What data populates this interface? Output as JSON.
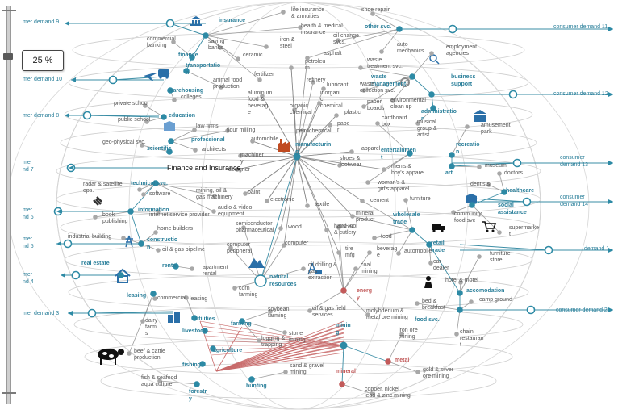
{
  "zoom": {
    "label": "25 %"
  },
  "center_label": "Finance and Insurance",
  "demands": [
    {
      "label": "mer demand 9"
    },
    {
      "label": "mer demand 10"
    },
    {
      "label": "mer demand 8"
    },
    {
      "label": "mer\nnd 7"
    },
    {
      "label": "mer\nnd 6"
    },
    {
      "label": "mer\nnd 5"
    },
    {
      "label": "mer\nnd 4"
    },
    {
      "label": "mer demand 3"
    },
    {
      "label": "consumer demand 11"
    },
    {
      "label": "consumer demand 12"
    },
    {
      "label": "consumer\ndemand 13"
    },
    {
      "label": "consumer\ndemand 14"
    },
    {
      "label": "demand 1"
    },
    {
      "label": "consumer demand 2"
    }
  ],
  "sectors": [
    {
      "label": "insurance"
    },
    {
      "label": "finance"
    },
    {
      "label": "transportatio\nn"
    },
    {
      "label": "warehousing"
    },
    {
      "label": "education"
    },
    {
      "label": "professional"
    },
    {
      "label": "scientific"
    },
    {
      "label": "technical svc."
    },
    {
      "label": "information"
    },
    {
      "label": "constructio\nn"
    },
    {
      "label": "real estate"
    },
    {
      "label": "rental"
    },
    {
      "label": "leasing"
    },
    {
      "label": "utilities"
    },
    {
      "label": "livestock"
    },
    {
      "label": "farming"
    },
    {
      "label": "agriculture"
    },
    {
      "label": "fishing"
    },
    {
      "label": "forestr\ny"
    },
    {
      "label": "hunting"
    },
    {
      "label": "manufacturin\ng"
    },
    {
      "label": "natural\nresources"
    },
    {
      "label": "energ\ny"
    },
    {
      "label": "minin\ng"
    },
    {
      "label": "mineral"
    },
    {
      "label": "metal"
    },
    {
      "label": "other svc."
    },
    {
      "label": "waste\nmanagement"
    },
    {
      "label": "business\nsupport"
    },
    {
      "label": "administratio\nn"
    },
    {
      "label": "recreatio\nn"
    },
    {
      "label": "entertainmen\nt"
    },
    {
      "label": "art"
    },
    {
      "label": "healthcare"
    },
    {
      "label": "social\nassistance"
    },
    {
      "label": "wholesale\ntrade"
    },
    {
      "label": "retail\ntrade"
    },
    {
      "label": "accomodation"
    },
    {
      "label": "food svc."
    }
  ],
  "products": [
    {
      "label": "life insurance\n& annuities"
    },
    {
      "label": "health & medical\ninsurance"
    },
    {
      "label": "shoe repair"
    },
    {
      "label": "saving\nbanks"
    },
    {
      "label": "commercial\nbanking"
    },
    {
      "label": "iron &\nsteel"
    },
    {
      "label": "oil change\nsvcs."
    },
    {
      "label": "auto\nmechanics"
    },
    {
      "label": "employment\nagencies"
    },
    {
      "label": "asphalt"
    },
    {
      "label": "ceramic"
    },
    {
      "label": "petroleu\nm"
    },
    {
      "label": "waste\ntreatment svc."
    },
    {
      "label": "fertilizer"
    },
    {
      "label": "refinery"
    },
    {
      "label": "lubricant"
    },
    {
      "label": "animal food\nproduction"
    },
    {
      "label": "aluminum\nfood &\nbeverag\ne"
    },
    {
      "label": "inorgani\nc\nchemical"
    },
    {
      "label": "waste\ncollection svc."
    },
    {
      "label": "environmental\nclean up"
    },
    {
      "label": "colleges"
    },
    {
      "label": "private school"
    },
    {
      "label": "organic\nchemical"
    },
    {
      "label": "plastic"
    },
    {
      "label": "paper\nboards"
    },
    {
      "label": "public school"
    },
    {
      "label": "law firms"
    },
    {
      "label": "flour milling"
    },
    {
      "label": "pape\nr"
    },
    {
      "label": "cardboard\nbox"
    },
    {
      "label": "musical\ngroup &\nartist"
    },
    {
      "label": "amusement\npark"
    },
    {
      "label": "petrochemical"
    },
    {
      "label": "automobile"
    },
    {
      "label": "architects"
    },
    {
      "label": "machiner\ny"
    },
    {
      "label": "geo-physical svc."
    },
    {
      "label": "designer"
    },
    {
      "label": "apparel"
    },
    {
      "label": "shoes &\nfootwear"
    },
    {
      "label": "men's &\nboy's apparel"
    },
    {
      "label": "museum"
    },
    {
      "label": "doctors"
    },
    {
      "label": "radar & satellite\nops."
    },
    {
      "label": "software"
    },
    {
      "label": "mining, oil &\ngas machinery"
    },
    {
      "label": "paint"
    },
    {
      "label": "electronic"
    },
    {
      "label": "woman's &\ngirl's apparel"
    },
    {
      "label": "cement"
    },
    {
      "label": "furniture"
    },
    {
      "label": "dentists"
    },
    {
      "label": "audio & video\nequipment"
    },
    {
      "label": "textile"
    },
    {
      "label": "book\npublishing"
    },
    {
      "label": "internet service provider"
    },
    {
      "label": "mineral\nproduct"
    },
    {
      "label": "community\nfood svc"
    },
    {
      "label": "home builders"
    },
    {
      "label": "semiconductor\npharmaceutical"
    },
    {
      "label": "wood"
    },
    {
      "label": "hand tool\n& cutlery"
    },
    {
      "label": "rubber"
    },
    {
      "label": "supermarke\nt"
    },
    {
      "label": "industrial building"
    },
    {
      "label": "oil & gas pipeline"
    },
    {
      "label": "food"
    },
    {
      "label": "computer"
    },
    {
      "label": "computer\nperipheral"
    },
    {
      "label": "tire\nmfg"
    },
    {
      "label": "beverag\ne"
    },
    {
      "label": "automobile"
    },
    {
      "label": "furniture\nstore"
    },
    {
      "label": "car\ndealer"
    },
    {
      "label": "apartment\nrental"
    },
    {
      "label": "oil drilling &\ngas\nextraction"
    },
    {
      "label": "coal\nmining"
    },
    {
      "label": "hotel & motel"
    },
    {
      "label": "commercial"
    },
    {
      "label": "leasing"
    },
    {
      "label": "corn\nfarming"
    },
    {
      "label": "bed &\nbreakfast"
    },
    {
      "label": "camp ground"
    },
    {
      "label": "soybean\nfarming"
    },
    {
      "label": "oil & gas field\nservices"
    },
    {
      "label": "molybdenum &\nmetal ore mining"
    },
    {
      "label": "dairy\nfarm\ns"
    },
    {
      "label": "stone\nmining"
    },
    {
      "label": "iron ore\nmining"
    },
    {
      "label": "chain\nrestauran\nt"
    },
    {
      "label": "beef & cattle\nproduction"
    },
    {
      "label": "logging &\ntrapping"
    },
    {
      "label": "sand & gravel\nmining"
    },
    {
      "label": "gold & silver\nore mining"
    },
    {
      "label": "fish & seafood\naqua culture"
    },
    {
      "label": "copper, nickel\nlead & zinc mining"
    }
  ]
}
